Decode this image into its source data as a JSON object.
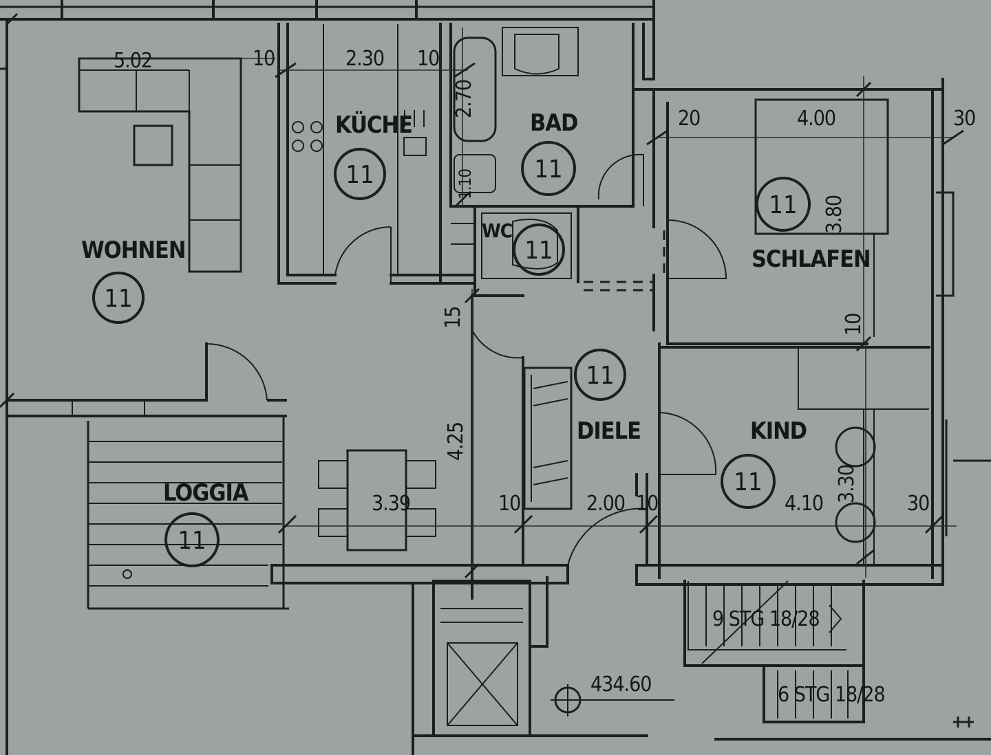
{
  "rooms": {
    "wohnen": {
      "label": "WOHNEN",
      "tag": "11"
    },
    "kueche": {
      "label": "KÜCHE",
      "tag": "11"
    },
    "bad": {
      "label": "BAD",
      "tag": "11"
    },
    "wc": {
      "label": "WC",
      "tag": "11"
    },
    "schlafen": {
      "label": "SCHLAFEN",
      "tag": "11"
    },
    "diele": {
      "label": "DIELE",
      "tag": "11"
    },
    "kind": {
      "label": "KIND",
      "tag": "11"
    },
    "loggia": {
      "label": "LOGGIA",
      "tag": "11"
    }
  },
  "dimensions": {
    "wohnen_width": "5.02",
    "wall_10_a": "10",
    "kueche_width": "2.30",
    "wall_10_b": "10",
    "bad_vertical": "2.70",
    "wc_vertical": "1.10",
    "wall_20": "20",
    "schlafen_width": "4.00",
    "wall_30_top": "30",
    "schlafen_depth": "3.80",
    "wall_10_c": "10",
    "wall_15": "15",
    "diele_length": "4.25",
    "wohnen_depth": "3.39",
    "wall_10_d": "10",
    "diele_width": "2.00",
    "wall_10_e": "10",
    "kind_width": "4.10",
    "kind_depth": "3.30",
    "wall_30_right": "30",
    "level": "434.60"
  },
  "stairs": {
    "upper": "9 STG 18/28",
    "lower": "6 STG 18/28"
  }
}
